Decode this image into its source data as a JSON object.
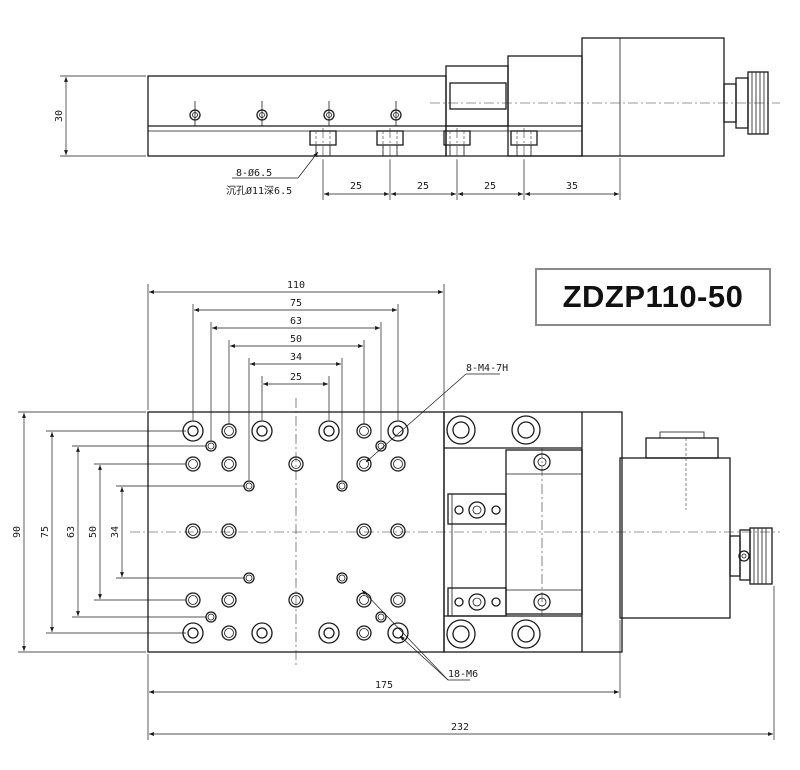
{
  "title": "ZDZP110-50",
  "side_view": {
    "height_label": "30",
    "hole_callout_1": "8-Ø6.5",
    "hole_callout_2": "沉孔Ø11深6.5",
    "spacing_labels": [
      "25",
      "25",
      "25",
      "35"
    ]
  },
  "top_view": {
    "width_labels": [
      "110",
      "75",
      "63",
      "50",
      "34",
      "25"
    ],
    "height_labels": [
      "90",
      "75",
      "63",
      "50",
      "34"
    ],
    "thread_callout_top": "8-M4-7H",
    "thread_callout_bottom": "18-M6",
    "length_labels": [
      "175",
      "232"
    ]
  },
  "colors": {
    "line": "#1a1a1a",
    "title_border": "#8a8a8a"
  }
}
